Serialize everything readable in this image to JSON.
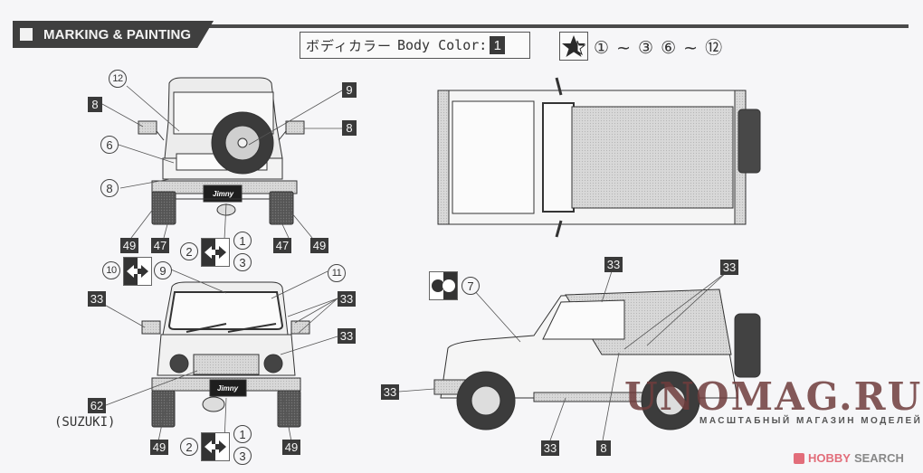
{
  "header": {
    "section_title": "MARKING & PAINTING",
    "body_color_label_jp": "ボディカラー",
    "body_color_label_en": "Body Color:",
    "body_color_code": "1",
    "sticker_icon": "star-sticker-icon",
    "sticker_range": "① ~ ③ ⑥ ~ ⑫"
  },
  "rear_view": {
    "callouts": {
      "decal_12": "12",
      "paint_8_left": "8",
      "decal_6": "6",
      "decal_8": "8",
      "paint_9": "9",
      "paint_8_right": "8",
      "paint_49_left": "49",
      "paint_47_left": "47",
      "paint_47_right": "47",
      "paint_49_right": "49",
      "plate_decal_left": "2",
      "plate_decal_top": "1",
      "plate_decal_bottom": "3"
    },
    "plate_text": "Jimny"
  },
  "front_view": {
    "callouts": {
      "windshield_decal_left": "10",
      "windshield_decal_right": "9",
      "decal_11": "11",
      "paint_33_mirror": "33",
      "paint_33_wipers": "33",
      "paint_33_grille": "33",
      "paint_62": "62",
      "paint_62_note": "(SUZUKI)",
      "paint_49_left": "49",
      "paint_49_right": "49",
      "plate_decal_left": "2",
      "plate_decal_top": "1",
      "plate_decal_bottom": "3"
    },
    "plate_text": "Jimny"
  },
  "side_view": {
    "callouts": {
      "decal_7": "7",
      "paint_33_top": "33",
      "paint_33_door": "33",
      "paint_33_bumper": "33",
      "paint_33_sill": "33",
      "paint_8_handle": "8"
    }
  },
  "watermarks": {
    "site": "UNOMAG.RU",
    "site_subtitle": "МАСШТАБНЫЙ МАГАЗИН МОДЕЛЕЙ",
    "hobby": "HOBBY",
    "search": "SEARCH"
  },
  "colors": {
    "header_bg": "#3f3f3f",
    "chip_bg": "#3a3a3a",
    "paper": "#f6f6f8",
    "watermark": "#6e3c3c",
    "hobby_accent": "#e26d7a"
  }
}
